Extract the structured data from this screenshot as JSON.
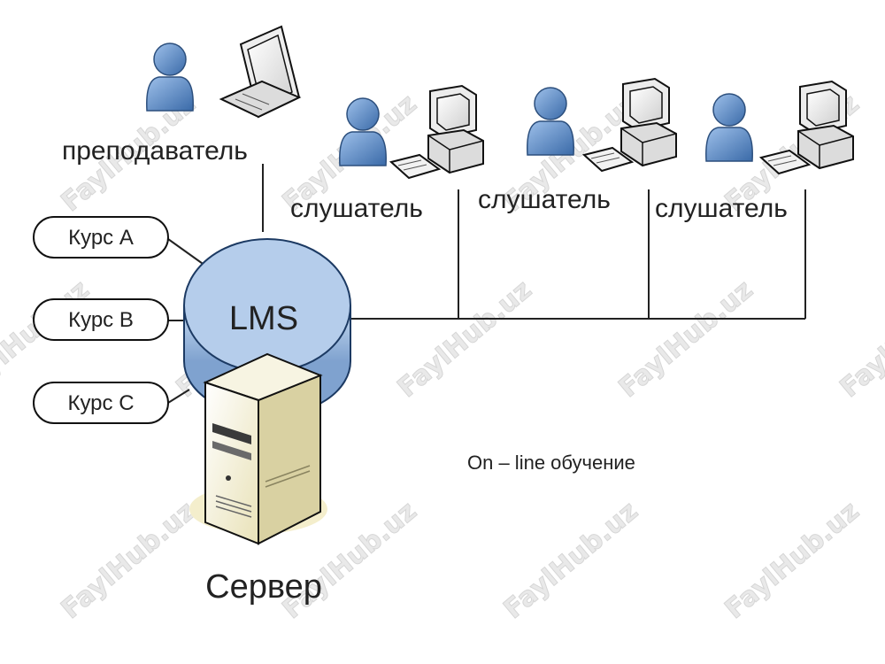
{
  "watermark": "FaylHub.uz",
  "labels": {
    "teacher": "преподаватель",
    "student1": "слушатель",
    "student2": "слушатель",
    "student3": "слушатель",
    "lms": "LMS",
    "server": "Сервер",
    "online": "On – line обучение"
  },
  "courses": [
    "Курс A",
    "Курс B",
    "Курс C"
  ],
  "colors": {
    "person": "#5b8ec9",
    "lms_disk": "#a9c4e4",
    "server_body": "#f3f0d6"
  }
}
